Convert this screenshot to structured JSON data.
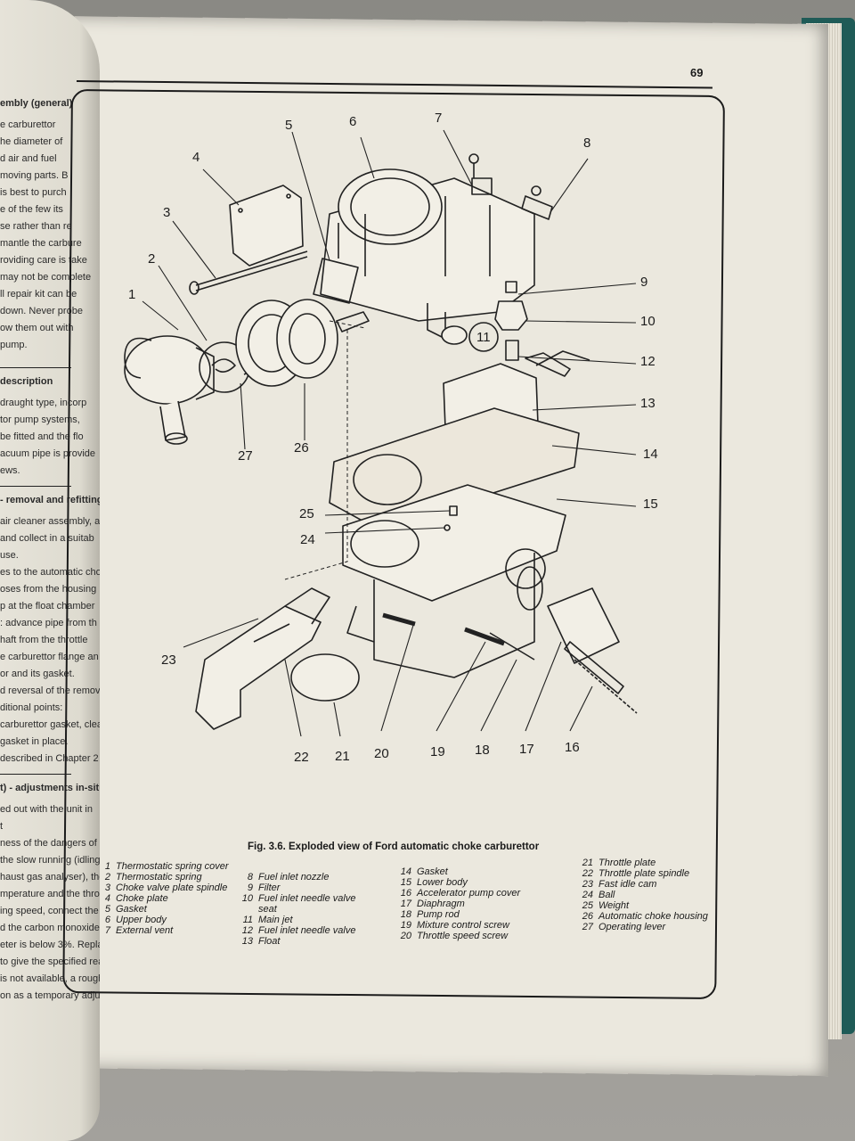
{
  "page": {
    "number": "69"
  },
  "left_page": {
    "lines": [
      "embly (general)",
      "e carburettor",
      "he diameter of",
      "d air and fuel",
      "moving parts. B",
      "is best to purch",
      "e of the few its",
      "se rather than re",
      "mantle the carbure",
      "roviding care is take",
      "may not be complete",
      "ll repair kit can be",
      "down. Never probe",
      "ow them out with",
      "pump.",
      "description",
      "draught type, incorp",
      "tor pump systems,",
      "be fitted and the flo",
      "acuum pipe is provide",
      "ews.",
      "- removal and refitting",
      "air cleaner assembly, a",
      "and collect in a suitab",
      "use.",
      "es to the automatic cho",
      "oses from the housing",
      "p at the float chamber",
      ": advance pipe from th",
      "haft from the throttle",
      "e carburettor flange an",
      "or and its gasket.",
      "d reversal of the remov",
      "ditional points:",
      "carburettor gasket, clea",
      "gasket in place.",
      "described in Chapter 2",
      "t) - adjustments in-situ",
      "ed out with the unit in",
      "t",
      "ness of the dangers of",
      "the slow running (idling",
      "haust gas analyser), ther",
      "mperature and the throttle",
      "ing speed, connect the ana",
      "d the carbon monoxide",
      "eter is below 3%. Repla",
      "to give the specified rea",
      "is not available, a rough",
      "on as a temporary adjus"
    ]
  },
  "figure": {
    "caption": "Fig. 3.6. Exploded view of Ford automatic choke carburettor",
    "callouts": [
      "1",
      "2",
      "3",
      "4",
      "5",
      "6",
      "7",
      "8",
      "9",
      "10",
      "11",
      "12",
      "13",
      "14",
      "15",
      "16",
      "17",
      "18",
      "19",
      "20",
      "21",
      "22",
      "23",
      "24",
      "25",
      "26",
      "27"
    ],
    "legend": {
      "col1": [
        {
          "n": "1",
          "t": "Thermostatic spring cover"
        },
        {
          "n": "2",
          "t": "Thermostatic spring"
        },
        {
          "n": "3",
          "t": "Choke valve plate spindle"
        },
        {
          "n": "4",
          "t": "Choke plate"
        },
        {
          "n": "5",
          "t": "Gasket"
        },
        {
          "n": "6",
          "t": "Upper body"
        },
        {
          "n": "7",
          "t": "External vent"
        }
      ],
      "col2": [
        {
          "n": "8",
          "t": "Fuel inlet nozzle"
        },
        {
          "n": "9",
          "t": "Filter"
        },
        {
          "n": "10",
          "t": "Fuel inlet needle valve"
        },
        {
          "n": "",
          "t": "seat"
        },
        {
          "n": "11",
          "t": "Main jet"
        },
        {
          "n": "12",
          "t": "Fuel inlet needle valve"
        },
        {
          "n": "13",
          "t": "Float"
        }
      ],
      "col3": [
        {
          "n": "14",
          "t": "Gasket"
        },
        {
          "n": "15",
          "t": "Lower body"
        },
        {
          "n": "16",
          "t": "Accelerator pump cover"
        },
        {
          "n": "17",
          "t": "Diaphragm"
        },
        {
          "n": "18",
          "t": "Pump rod"
        },
        {
          "n": "19",
          "t": "Mixture control screw"
        },
        {
          "n": "20",
          "t": "Throttle speed screw"
        }
      ],
      "col4": [
        {
          "n": "21",
          "t": "Throttle plate"
        },
        {
          "n": "22",
          "t": "Throttle plate spindle"
        },
        {
          "n": "23",
          "t": "Fast idle cam"
        },
        {
          "n": "24",
          "t": "Ball"
        },
        {
          "n": "25",
          "t": "Weight"
        },
        {
          "n": "26",
          "t": "Automatic choke housing"
        },
        {
          "n": "27",
          "t": "Operating lever"
        }
      ]
    }
  }
}
